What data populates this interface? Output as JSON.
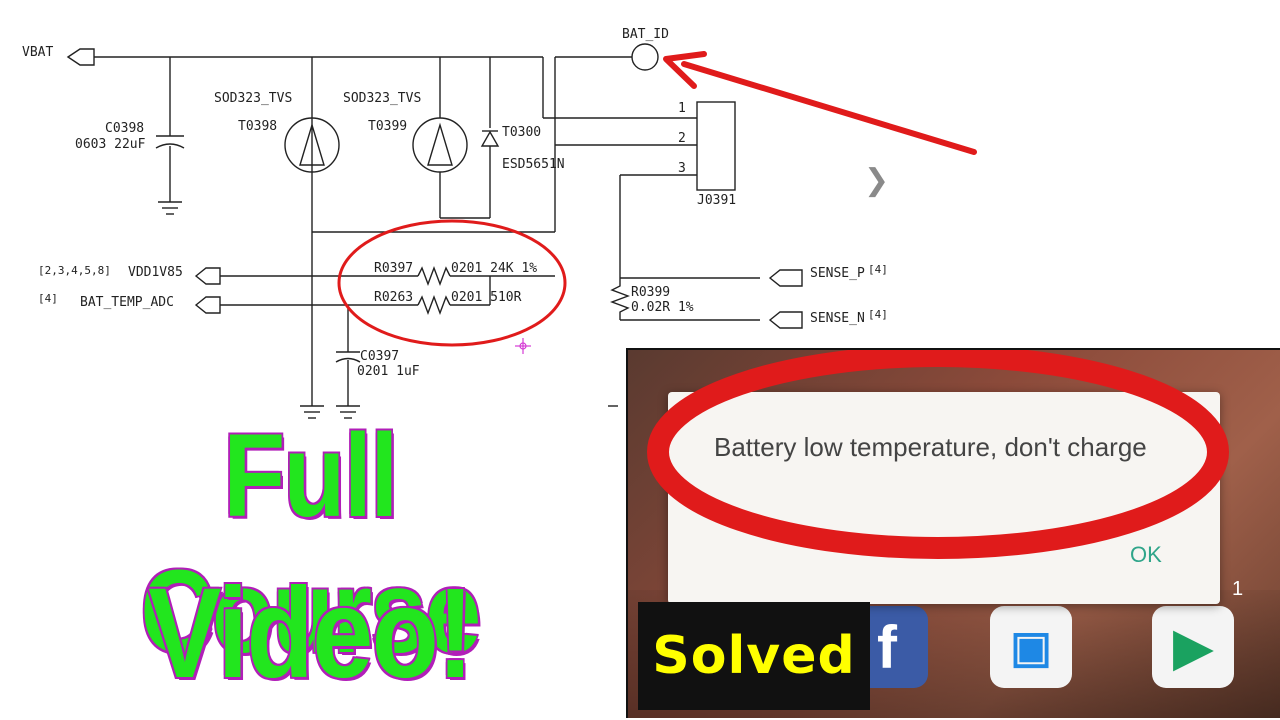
{
  "schematic": {
    "nets": {
      "vbat": "VBAT",
      "bat_id": "BAT_ID",
      "vdd": "VDD1V85",
      "vdd_ref": "[2,3,4,5,8]",
      "bat_temp": "BAT_TEMP_ADC",
      "bat_temp_ref": "[4]",
      "sense_p": "SENSE_P",
      "sense_p_ref": "[4]",
      "sense_n": "SENSE_N",
      "sense_n_ref": "[4]"
    },
    "components": {
      "c0398_ref": "C0398",
      "c0398_val": "0603 22uF",
      "tvs1_pkg": "SOD323_TVS",
      "tvs1_ref": "T0398",
      "tvs2_pkg": "SOD323_TVS",
      "tvs2_ref": "T0399",
      "d_ref": "T0300",
      "d_part": "ESD5651N",
      "r0397_ref": "R0397",
      "r0397_val": "0201 24K 1%",
      "r0263_ref": "R0263",
      "r0263_val": "0201 510R",
      "c0397_ref": "C0397",
      "c0397_val": "0201 1uF",
      "r0399_ref": "R0399",
      "r0399_val": "0.02R 1%",
      "conn_ref": "J0391",
      "pin1": "1",
      "pin2": "2",
      "pin3": "3"
    }
  },
  "headline": {
    "line1": "Full Course",
    "line2": "Video!"
  },
  "photo": {
    "dialog_message": "Battery low temperature, don't charge",
    "ok_label": "OK",
    "badge_count": "1",
    "solved_label": "Solved"
  },
  "icons": {
    "next": "chevron-right-icon",
    "facebook": "facebook-icon",
    "radio": "radio-icon",
    "play_store": "play-store-icon"
  },
  "colors": {
    "headline_fill": "#22e61e",
    "headline_outline": "#b11fb8",
    "highlight_red": "#e01b1b",
    "solved_text": "#ffff00",
    "ok_text": "#2fa58a"
  }
}
